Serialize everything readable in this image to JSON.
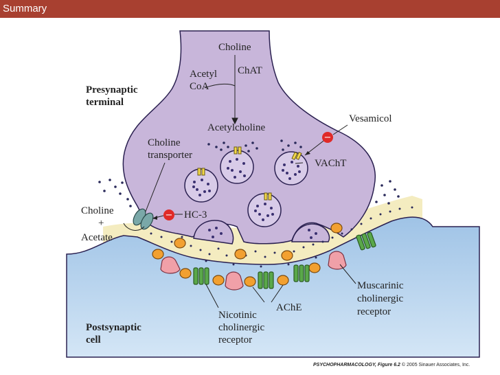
{
  "header": {
    "title": "Summary"
  },
  "labels": {
    "choline_top": "Choline",
    "acetyl": "Acetyl",
    "coa": "CoA",
    "chat": "ChAT",
    "presynaptic_1": "Presynaptic",
    "presynaptic_2": "terminal",
    "acetylcholine": "Acetylcholine",
    "vesamicol": "Vesamicol",
    "choline_transporter_1": "Choline",
    "choline_transporter_2": "transporter",
    "vacht": "VAChT",
    "choline_left": "Choline",
    "plus": "+",
    "acetate": "Acetate",
    "hc3": "HC-3",
    "muscarinic_1": "Muscarinic",
    "muscarinic_2": "cholinergic",
    "muscarinic_3": "receptor",
    "ache": "AChE",
    "nicotinic_1": "Nicotinic",
    "nicotinic_2": "cholinergic",
    "nicotinic_3": "receptor",
    "postsynaptic_1": "Postsynaptic",
    "postsynaptic_2": "cell",
    "inhibit_sign": "−"
  },
  "credit": {
    "book": "PSYCHOPHARMACOLOGY,",
    "figure": "Figure 6.2",
    "copyright": "© 2005 Sinauer Associates, Inc."
  },
  "colors": {
    "header": "#a84030",
    "terminal_fill": "#c8b6da",
    "terminal_stroke": "#2a2050",
    "cleft": "#f4ecc0",
    "postsynaptic": "#a9c9e9",
    "ache": "#f2a030",
    "nicotinic": "#5aa84a",
    "muscarinic": "#f0a0a8",
    "inhibitor": "#e02a28"
  }
}
